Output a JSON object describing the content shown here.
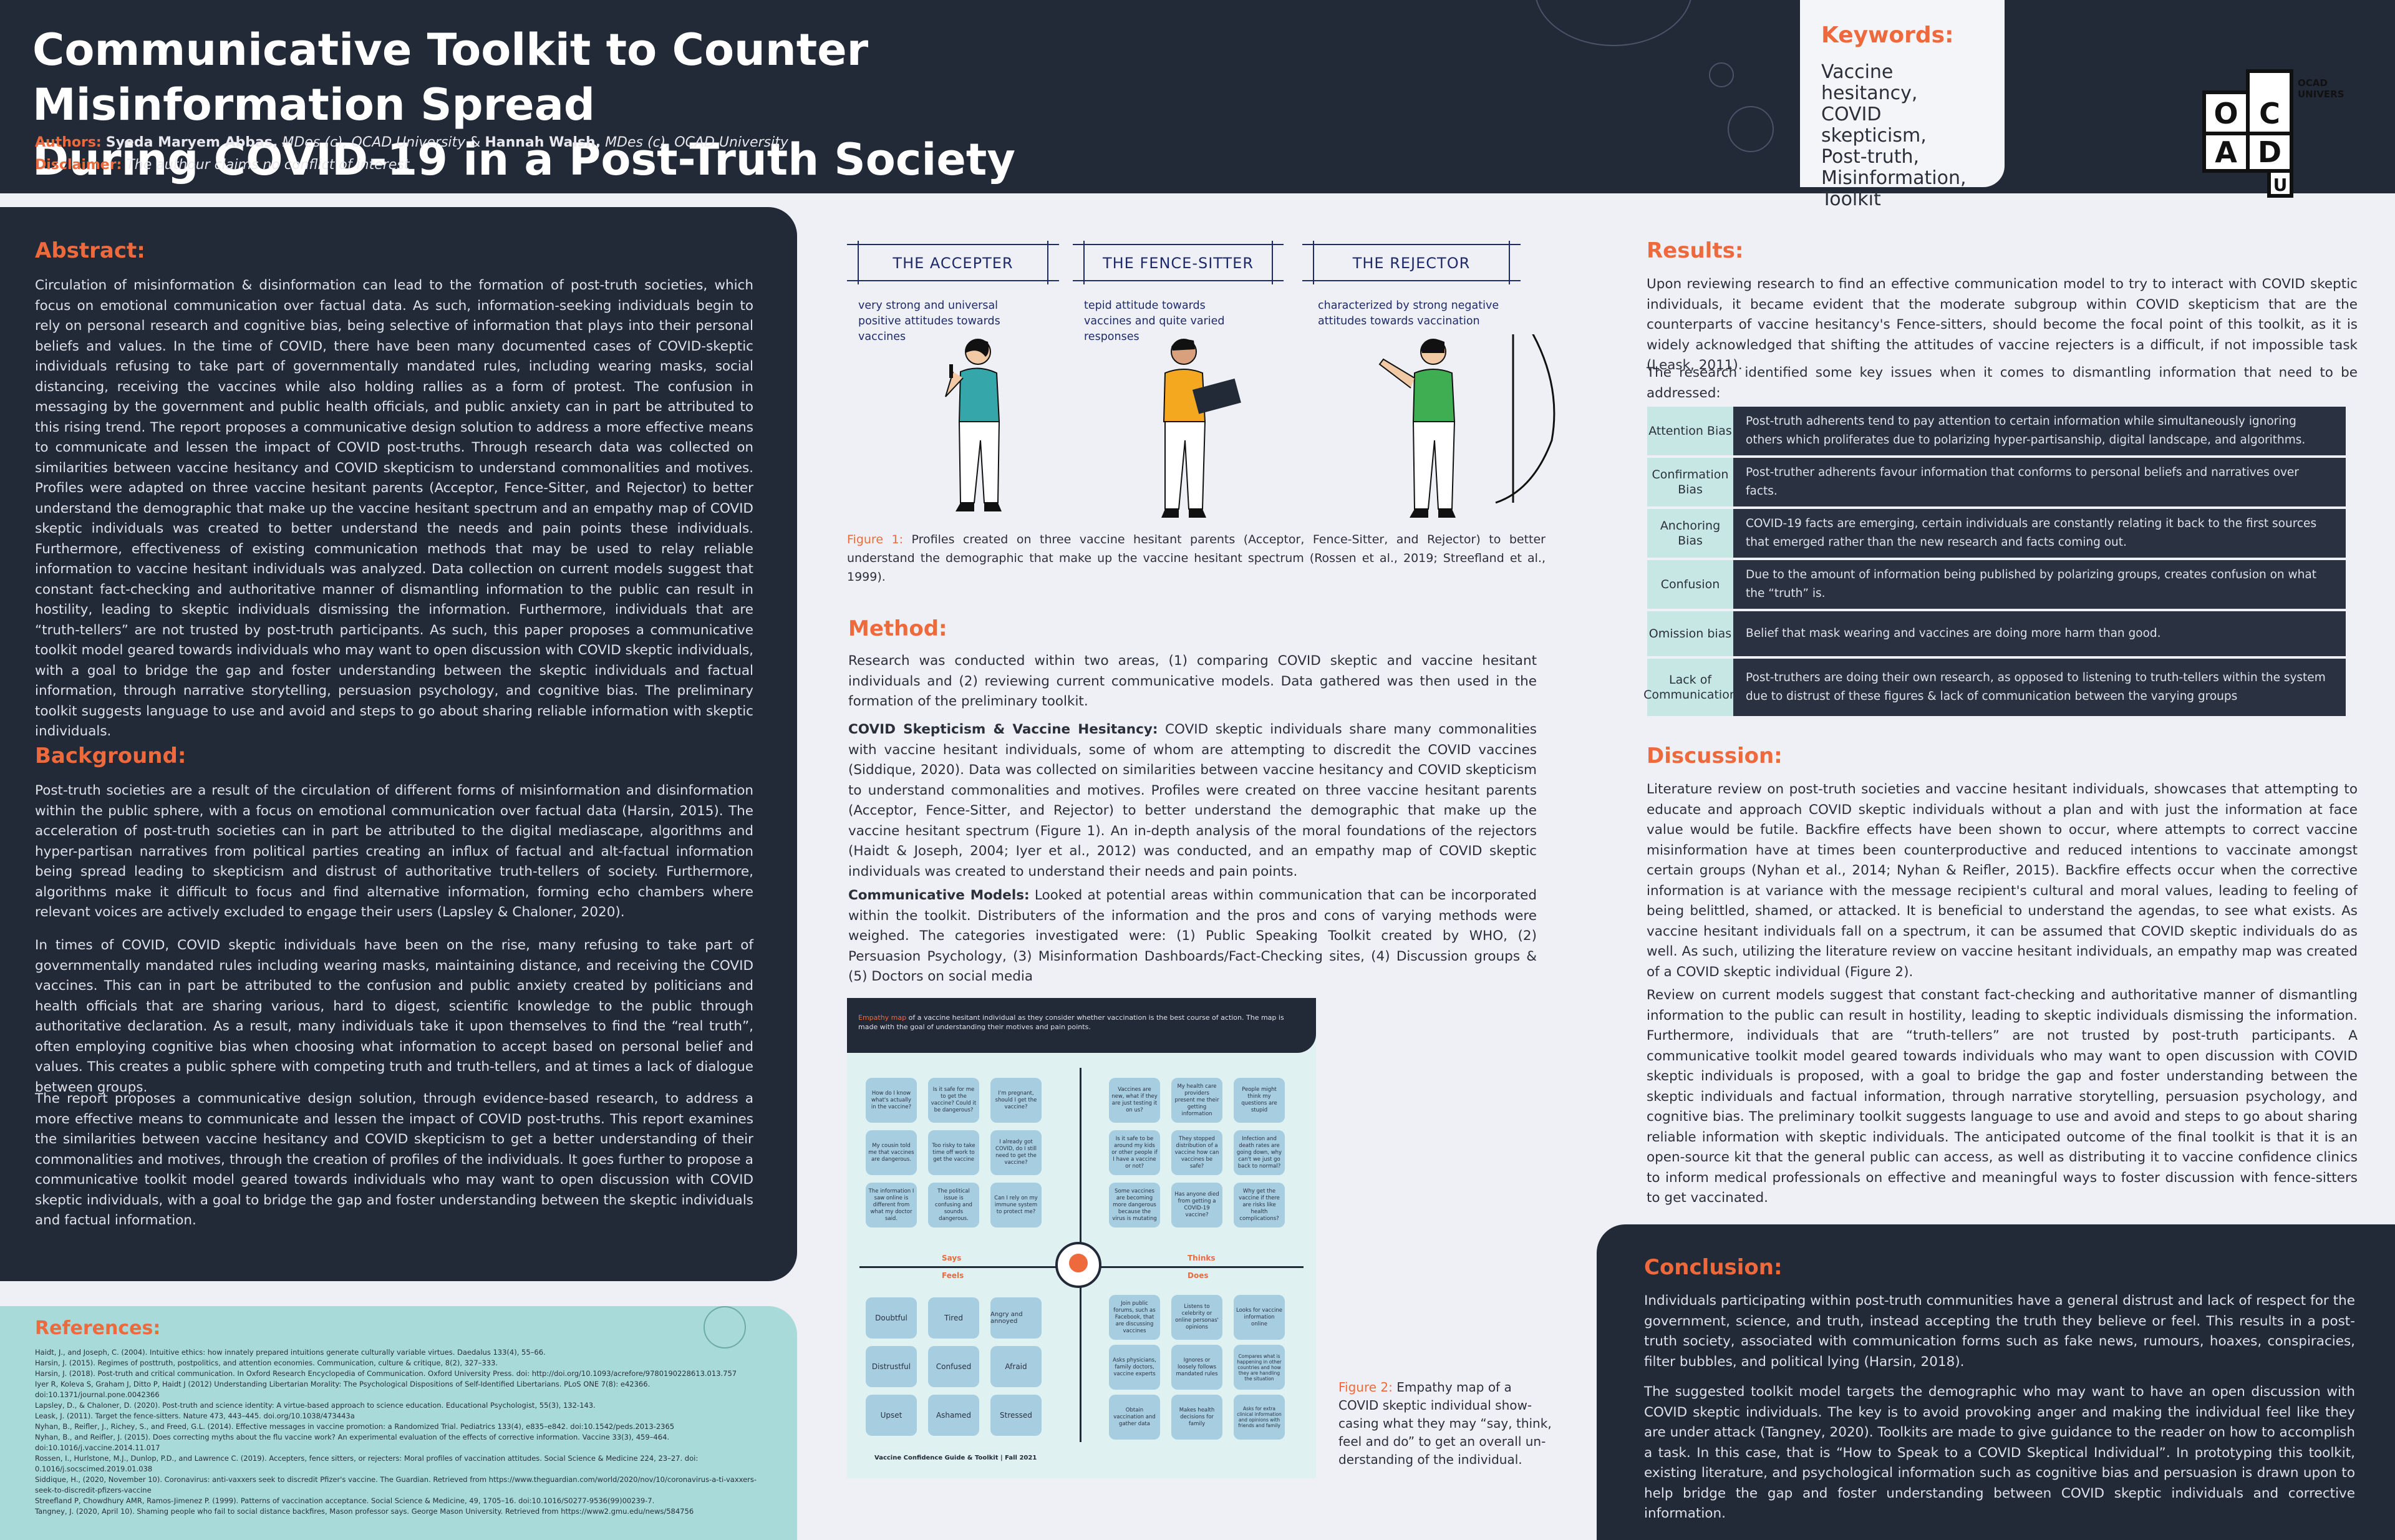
{
  "header": {
    "title_line1": "Communicative Toolkit to Counter Misinformation Spread",
    "title_line2": "During COVID-19 in a Post-Truth Society",
    "authors_label": "Authors:",
    "author1_name": "Syeda Maryem Abbas,",
    "author1_aff": "MDes (c), OCAD University",
    "amp": "&",
    "author2_name": "Hannah Walsh,",
    "author2_aff": "MDes (c), OCAD University",
    "disclaimer_label": "Disclaimer:",
    "disclaimer_text": "The authour claims no conflict of interest"
  },
  "keywords": {
    "title": "Keywords:",
    "items": [
      "Vaccine hesitancy,",
      "COVID skepticism,",
      "Post-truth,",
      "Misinformation,",
      "Toolkit"
    ]
  },
  "logo": {
    "o": "O",
    "c": "C",
    "a": "A",
    "d": "D",
    "u": "U",
    "line1": "OCAD",
    "line2": "UNIVERSITY"
  },
  "abstract": {
    "title": "Abstract:",
    "text": "Circulation of misinformation & disinformation can lead to the formation of post-truth societies, which focus on emotional communication over factual data. As such, information-seeking individuals begin to rely on personal research and cognitive bias, being selective of information that plays into their personal beliefs and values. In the time of COVID, there have been many documented cases of COVID-skeptic individuals refusing to take part of governmentally mandated rules, including wearing masks, social distancing, receiving the vaccines while also holding rallies as a form of protest. The confusion in messaging by the government and public health officials, and public anxiety can in part be attributed to this rising trend. The report proposes a communicative design solution to address a more effective means to communicate and lessen the impact of COVID post-truths. Through research data was collected on similarities between vaccine hesitancy and COVID skepticism to understand commonalities and motives. Profiles were adapted on three vaccine hesitant parents (Acceptor, Fence-Sitter, and Rejector) to better understand the demographic that make up the vaccine hesitant spectrum and an empathy map of COVID skeptic individuals was created to better understand the needs and pain points these individuals. Furthermore, effectiveness of existing communication methods that may be used to relay reliable information to vaccine hesitant individuals was analyzed. Data collection on current models suggest that constant fact-checking and authoritative manner of dismantling information to the public can result in hostility, leading to skeptic individuals dismissing the information. Furthermore, individuals that are “truth-tellers” are not trusted by post-truth participants. As such, this paper proposes a communicative toolkit model geared towards individuals who may want to open discussion with COVID skeptic individuals, with a goal to bridge the gap and foster understanding between the skeptic individuals and factual information, through narrative storytelling, persuasion psychology, and cognitive bias. The preliminary toolkit suggests language to use and avoid and steps to go about sharing reliable information with skeptic individuals."
  },
  "background": {
    "title": "Background:",
    "p1": "Post-truth societies are a result of the circulation of different forms of misinformation and disinformation within the public sphere, with a focus on emotional communication over factual data (Harsin, 2015). The acceleration of post-truth societies can in part be attributed to the digital mediascape, algorithms and hyper-partisan narratives from political parties creating an influx of factual and alt-factual information being spread leading to skepticism and distrust of authoritative truth-tellers of society. Furthermore, algorithms make it difficult to focus and find alternative information, forming echo chambers where relevant voices are actively excluded to engage their users (Lapsley & Chaloner, 2020).",
    "p2": "In times of COVID, COVID skeptic individuals have been on the rise, many refusing to take part of governmentally mandated rules including wearing masks, maintaining distance, and receiving the COVID vaccines. This can in part be attributed to the confusion and public anxiety created by politicians and health officials that are sharing various, hard to digest, scientific knowledge to the public through authoritative declaration. As a result, many individuals take it upon themselves to find the “real truth”, often employing cognitive bias when choosing what information to accept based on personal belief and values. This creates a public sphere with competing truth and truth-tellers, and at times a lack of dialogue between groups.",
    "p3": "The report proposes a communicative design solution, through evidence-based research, to address a more effective means to communicate and lessen the impact of COVID post-truths. This report examines the similarities between vaccine hesitancy and COVID skepticism to get a better understanding of their commonalities and motives, through the creation of profiles of the individuals. It goes further to propose a communicative toolkit model geared towards individuals who may want to open discussion with COVID skeptic individuals, with a goal to bridge the gap and foster understanding between the skeptic individuals and factual information."
  },
  "references": {
    "title": "References:",
    "items": [
      "Haidt, J., and Joseph, C. (2004). Intuitive ethics: how innately prepared intuitions generate culturally variable virtues. Daedalus 133(4), 55–66.",
      "Harsin, J. (2015). Regimes of posttruth, postpolitics, and attention economies. Communication, culture & critique, 8(2), 327–333.",
      "Harsin, J. (2018). Post-truth and critical communication. In Oxford Research Encyclopedia of Communication. Oxford University Press. doi: http://doi.org/10.1093/acrefore/9780190228613.013.757",
      "Iyer R, Koleva S, Graham J, Ditto P, Haidt J (2012) Understanding Libertarian Morality: The Psychological Dispositions of Self-Identified Libertarians. PLoS ONE 7(8): e42366. doi:10.1371/journal.pone.0042366",
      "Lapsley, D., & Chaloner, D. (2020). Post-truth and science identity: A virtue-based approach to science education. Educational Psychologist, 55(3), 132-143.",
      "Leask, J. (2011). Target the fence-sitters. Nature 473, 443–445. doi.org/10.1038/473443a",
      "Nyhan, B., Reifler, J., Richey, S., and Freed, G.L. (2014). Effective messages in vaccine promotion: a Randomized Trial. Pediatrics 133(4), e835–e842. doi:10.1542/peds.2013-2365",
      "Nyhan, B., and Reifler, J. (2015). Does correcting myths about the flu vaccine work? An experimental evaluation of the effects of corrective information. Vaccine 33(3), 459–464. doi:10.1016/j.vaccine.2014.11.017",
      "Rossen, I., Hurlstone, M.J., Dunlop, P.D., and Lawrence C. (2019). Accepters, fence sitters, or rejecters: Moral profiles of vaccination attitudes. Social Science & Medicine 224, 23–27. doi: 0.1016/j.socscimed.2019.01.038",
      "Siddique, H., (2020, November 10). Coronavirus: anti-vaxxers seek to discredit Pfizer's vaccine. The Guardian. Retrieved from https://www.theguardian.com/world/2020/nov/10/coronavirus-a-ti-vaxxers-seek-to-discredit-pfizers-vaccine",
      "Streefland P, Chowdhury AMR, Ramos-Jimenez P. (1999). Patterns of vaccination acceptance. Social Science & Medicine, 49, 1705–16. doi:10.1016/S0277-9536(99)00239-7.",
      "Tangney, J. (2020, April 10). Shaming people who fail to social distance backfires, Mason professor says. George Mason University. Retrieved from https://www2.gmu.edu/news/584756"
    ]
  },
  "profiles": [
    {
      "title": "THE ACCEPTER",
      "desc": "very strong and universal positive attitudes towards vaccines"
    },
    {
      "title": "THE FENCE-SITTER",
      "desc": "tepid attitude towards vaccines and quite varied responses"
    },
    {
      "title": "THE REJECTOR",
      "desc": "characterized by strong negative attitudes towards vaccination"
    }
  ],
  "figure1": {
    "label": "Figure 1:",
    "caption": "Profiles created on three vaccine hesitant parents (Acceptor, Fence-Sitter, and Rejector) to better understand the demographic that make up the vaccine hesitant spectrum (Rossen et al., 2019; Streefland et al., 1999)."
  },
  "method": {
    "title": "Method:",
    "p1": "Research was conducted within two areas, (1) comparing COVID skeptic and vaccine hesitant individuals and (2) reviewing current communicative models. Data gathered was then used in the formation of the preliminary toolkit.",
    "p2_label": "COVID Skepticism & Vaccine Hesitancy:",
    "p2": "COVID skeptic individuals share many commonalities with vaccine hesitant individuals, some of whom are attempting to discredit the COVID vaccines (Siddique, 2020). Data was collected on similarities between vaccine hesitancy and COVID skepticism to understand commonalities and motives. Profiles were created on three vaccine hesitant parents (Acceptor, Fence-Sitter, and Rejector) to better understand the demographic that make up the vaccine hesitant spectrum (Figure 1). An in-depth analysis of the moral foundations of the rejectors (Haidt & Joseph, 2004; Iyer et al., 2012) was conducted, and an empathy map of COVID skeptic individuals was created to understand their needs and pain points.",
    "p3_label": "Communicative Models:",
    "p3": "Looked at potential areas within communication that can be incorporated within the toolkit. Distributers of the information and the pros and cons of varying methods were weighed. The categories investigated were: (1) Public Speaking Toolkit created by WHO, (2) Persuasion Psychology, (3) Misinformation Dashboards/Fact-Checking sites, (4) Discussion groups & (5) Doctors on social media"
  },
  "empathy_map": {
    "header_label": "Empathy map",
    "header_text": "of a vaccine hesitant individual as they consider whether vaccination is the best course of action. The map is made with the goal of understanding their motives and pain points.",
    "says_label": "Says",
    "thinks_label": "Thinks",
    "feels_label": "Feels",
    "does_label": "Does",
    "says_notes": [
      "How do I know what's actually in the vaccine?",
      "Is it safe for me to get the vaccine? Could it be dangerous?",
      "I'm pregnant, should I get the vaccine?",
      "My cousin told me that vaccines are dangerous.",
      "Too risky to take time off work to get the vaccine",
      "I already got COVID, do I still need to get the vaccine?",
      "The information I saw online is different from what my doctor said.",
      "The political issue is confusing and sounds dangerous.",
      "Can I rely on my immune system to protect me?"
    ],
    "thinks_notes": [
      "Vaccines are new, what if they are just testing it on us?",
      "My health care providers present me their getting information",
      "People might think my questions are stupid",
      "Is it safe to be around my kids or other people if I have a vaccine or not?",
      "They stopped distribution of a vaccine how can vaccines be safe?",
      "Infection and death rates are going down, why can't we just go back to normal?",
      "Some vaccines are becoming more dangerous because the virus is mutating",
      "Has anyone died from getting a COVID-19 vaccine?",
      "Why get the vaccine if there are risks like health complications?"
    ],
    "feels_notes": [
      "Doubtful",
      "Tired",
      "Angry and annoyed",
      "Distrustful",
      "Confused",
      "Afraid",
      "Upset",
      "Ashamed",
      "Stressed"
    ],
    "does_notes": [
      "Join public forums, such as Facebook, that are discussing vaccines",
      "Listens to celebrity or online personas' opinions",
      "Looks for vaccine information online",
      "Asks physicians, family doctors, vaccine experts",
      "Ignores or loosely follows mandated rules",
      "Compares what is happening in other countries and how they are handling the situation",
      "Obtain vaccination and gather data",
      "Makes health decisions for family",
      "Asks for extra clinical information and opinions with friends and family"
    ],
    "footer": "Vaccine Confidence Guide & Toolkit | Fall 2021"
  },
  "figure2": {
    "label": "Figure 2:",
    "line1": "Empathy map of a",
    "line2": "COVID skeptic individual show-",
    "line3": "casing what they may “say, think,",
    "line4": "feel and do” to get an overall un-",
    "line5": "derstanding of the individual."
  },
  "results": {
    "title": "Results:",
    "p1": "Upon reviewing research to find an effective communication model to try to interact with COVID skeptic individuals, it became evident that the moderate subgroup within COVID skepticism that are the counterparts of vaccine hesitancy's Fence-sitters, should become the focal point of this toolkit, as it is widely acknowledged that shifting the attitudes of vaccine rejecters is a difficult, if not impossible task (Leask, 2011).",
    "p2": "The research identified some key issues when it comes to dismantling information that need to be addressed:",
    "rows": [
      {
        "label": "Attention Bias",
        "text": "Post-truth adherents tend to pay attention to certain information while simultaneously ignoring others which proliferates due to polarizing hyper-partisanship, digital landscape, and algorithms."
      },
      {
        "label": "Confirmation Bias",
        "text": "Post-truther adherents favour information that conforms to personal beliefs and narratives over facts."
      },
      {
        "label": "Anchoring Bias",
        "text": "COVID-19 facts are emerging, certain individuals are constantly relating it back to the first sources that emerged rather than the new research and facts coming out."
      },
      {
        "label": "Confusion",
        "text": "Due to the amount of information being published by polarizing groups, creates confusion on what the “truth” is."
      },
      {
        "label": "Omission bias",
        "text": "Belief that mask wearing and vaccines are doing more harm than good."
      },
      {
        "label": "Lack of Communication",
        "text": "Post-truthers are doing their own research, as opposed to listening to truth-tellers within the system due to distrust of these figures & lack of communication between the varying groups"
      }
    ]
  },
  "discussion": {
    "title": "Discussion:",
    "p1": "Literature review on post-truth societies and vaccine hesitant individuals, showcases that attempting to educate and approach COVID skeptic individuals without a plan and with just the information at face value would be futile. Backfire effects have been shown to occur, where attempts to correct vaccine misinformation have at times been counterproductive and reduced intentions to vaccinate amongst certain groups (Nyhan et al., 2014; Nyhan & Reifler, 2015). Backfire effects occur when the corrective information is at variance with the message recipient's cultural and moral values, leading to feeling of being belittled, shamed, or attacked. It is beneficial to understand the agendas, to see what exists. As vaccine hesitant individuals fall on a spectrum, it can be assumed that COVID skeptic individuals do as well. As such, utilizing the literature review on vaccine hesitant individuals, an empathy map was created of a COVID skeptic individual (Figure 2).",
    "p2": "Review on current models suggest that constant fact-checking and authoritative manner of dismantling information to the public can result in hostility, leading to skeptic individuals dismissing the information. Furthermore, individuals that are “truth-tellers” are not trusted by post-truth participants. A communicative toolkit model geared towards individuals who may want to open discussion with COVID skeptic individuals is proposed, with a goal to bridge the gap and foster understanding between the skeptic individuals and factual information, through narrative storytelling, persuasion psychology, and cognitive bias. The preliminary toolkit suggests language to use and avoid and steps to go about sharing reliable information with skeptic individuals. The anticipated outcome of the final toolkit is that it is an open-source kit that the general public can access, as well as distributing it to vaccine confidence clinics to inform medical professionals on effective and meaningful ways to foster discussion with fence-sitters to get vaccinated."
  },
  "conclusion": {
    "title": "Conclusion:",
    "p1": "Individuals participating within post-truth communities have a general distrust and lack of respect for the government, science, and truth, instead accepting the truth they believe or feel. This results in a post-truth society, associated with communication forms such as fake news, rumours, hoaxes, conspiracies, filter bubbles, and political lying (Harsin, 2018).",
    "p2": "The suggested toolkit model targets the demographic who may want to have an open discussion with COVID skeptic individuals. The key is to avoid provoking anger and making the individual feel like they are under attack (Tangney, 2020). Toolkits are made to give guidance to the reader on how to accomplish a task. In this case, that is “How to Speak to a COVID Skeptical Individual”. In prototyping this toolkit, existing literature, and psychological information such as cognitive bias and persuasion is drawn upon to help bridge the gap and foster understanding between COVID skeptic individuals and corrective information."
  },
  "colors": {
    "navy": "#222937",
    "orange": "#ee6a3c",
    "teal": "#a7dad8",
    "bg": "#eef0f5",
    "profile_blue": "#1e2a6a",
    "green": "#3fae52",
    "yellow": "#f3a81f",
    "teal_shirt": "#35a6a9"
  }
}
